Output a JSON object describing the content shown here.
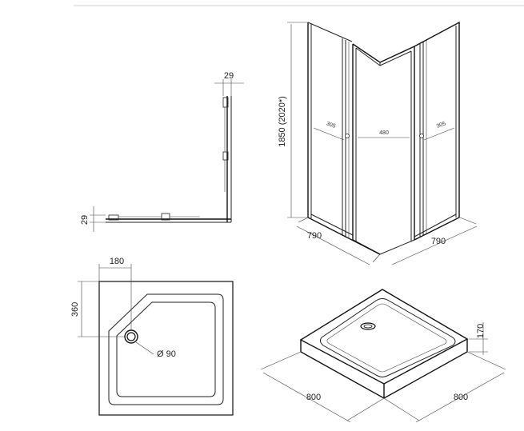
{
  "plan_top": {
    "wall_thickness_top": "29",
    "wall_thickness_left": "29"
  },
  "elevation": {
    "height": "1850 (2020*)",
    "door_left": "305",
    "door_center": "480",
    "door_right": "305",
    "width_left": "790",
    "width_right": "790"
  },
  "tray_plan": {
    "drain_offset_x": "180",
    "drain_offset_y": "360",
    "drain_diameter": "Ø 90"
  },
  "tray_iso": {
    "height": "170",
    "width_left": "800",
    "width_right": "800"
  }
}
